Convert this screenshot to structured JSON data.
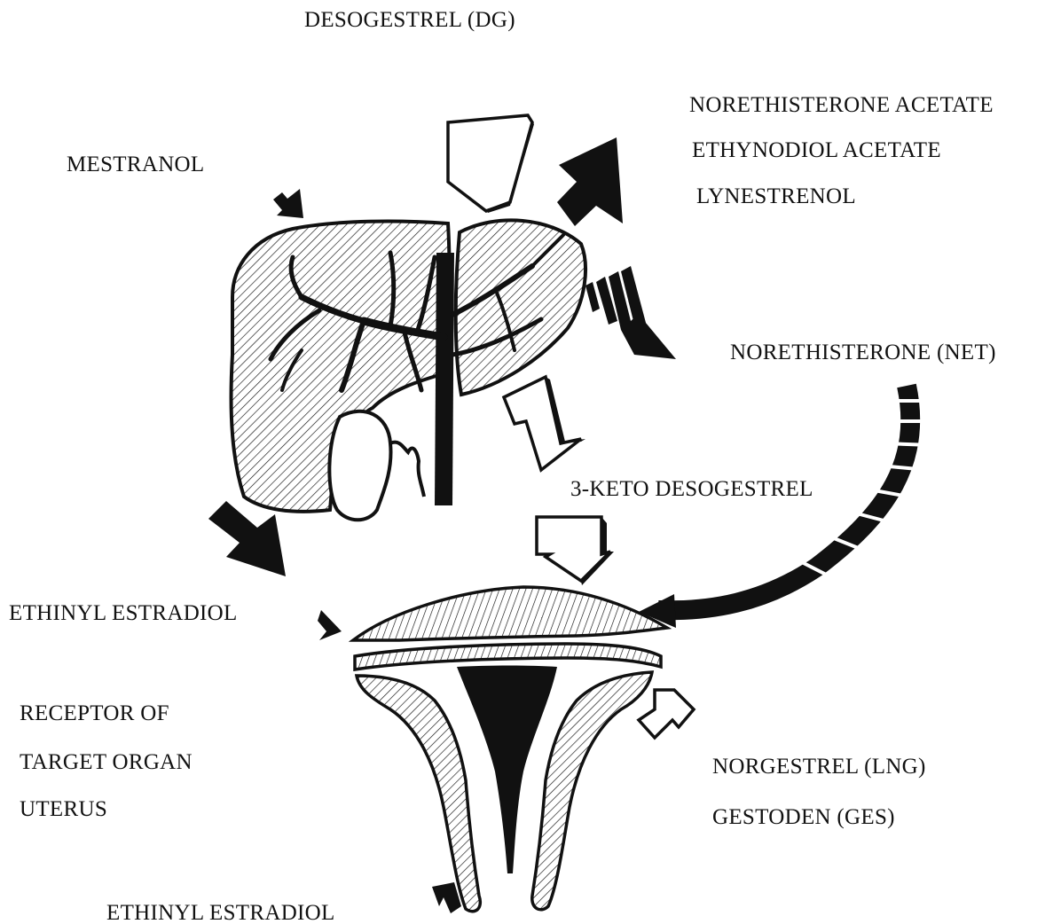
{
  "labels": {
    "desogestrel": "DESOGESTREL (DG)",
    "norethisterone_acetate": "NORETHISTERONE ACETATE",
    "ethynodiol_acetate": "ETHYNODIOL ACETATE",
    "lynestrenol": "LYNESTRENOL",
    "mestranol": "MESTRANOL",
    "norethisterone": "NORETHISTERONE (NET)",
    "keto_desogestrel": "3-KETO DESOGESTREL",
    "ethinyl_estradiol_upper": "ETHINYL ESTRADIOL",
    "receptor_line1": "RECEPTOR OF",
    "receptor_line2": "TARGET ORGAN",
    "receptor_line3": "UTERUS",
    "norgestrel": "NORGESTREL (LNG)",
    "gestoden": "GESTODEN (GES)",
    "ethinyl_estradiol_lower": "ETHINYL ESTRADIOL"
  },
  "colors": {
    "ink": "#111111",
    "background": "#ffffff"
  },
  "icons": {
    "organ_top": "liver-illustration",
    "organ_bottom": "uterus-illustration"
  }
}
